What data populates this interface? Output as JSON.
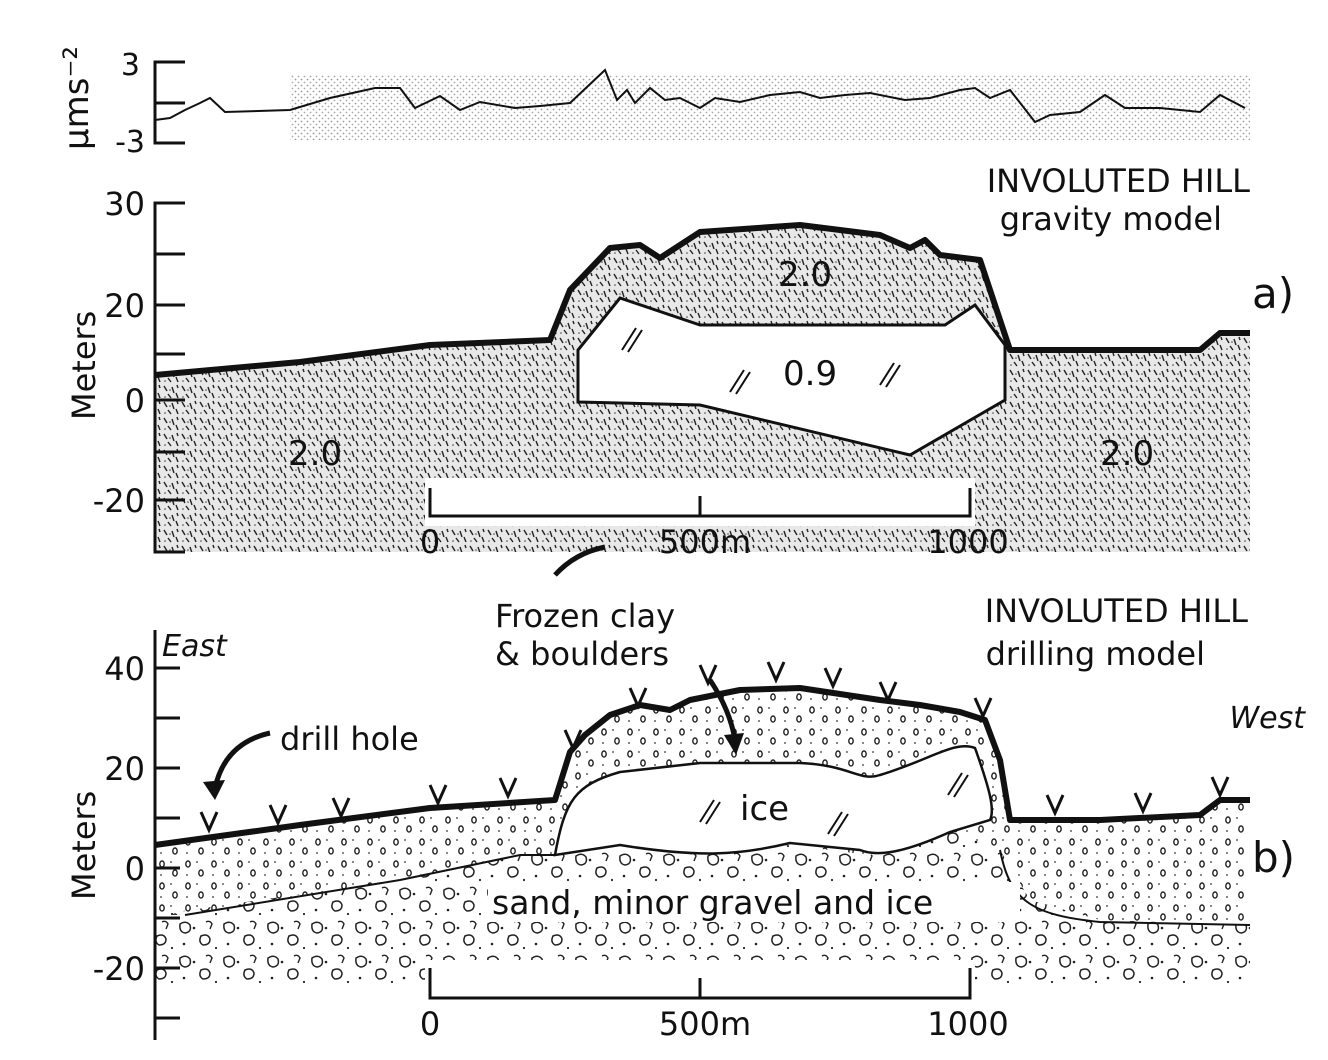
{
  "gravity_axis": {
    "unit_label": "μms⁻²",
    "ticks": [
      "3",
      "-3"
    ]
  },
  "panel_a": {
    "title_line1": "INVOLUTED HILL",
    "title_line2": "gravity model",
    "panel_label": "a)",
    "y_label": "Meters",
    "y_ticks": [
      "30",
      "20",
      "0",
      "-20"
    ],
    "density_values": {
      "left": "2.0",
      "cap": "2.0",
      "body": "0.9",
      "right": "2.0"
    },
    "scale_ticks": [
      "0",
      "500m",
      "1000"
    ]
  },
  "panel_b": {
    "title_line1": "INVOLUTED HILL",
    "title_line2": "drilling model",
    "panel_label": "b)",
    "y_label": "Meters",
    "y_ticks": [
      "40",
      "20",
      "0",
      "-20"
    ],
    "direction_left": "East",
    "direction_right": "West",
    "annotation_drill": "drill hole",
    "annotation_clay_line1": "Frozen clay",
    "annotation_clay_line2": "& boulders",
    "ice_label": "ice",
    "sand_label": "sand, minor gravel and ice",
    "scale_ticks": [
      "0",
      "500m",
      "1000"
    ]
  },
  "colors": {
    "ink": "#111111",
    "stipple": "#9a9a9a",
    "background": "#ffffff"
  }
}
